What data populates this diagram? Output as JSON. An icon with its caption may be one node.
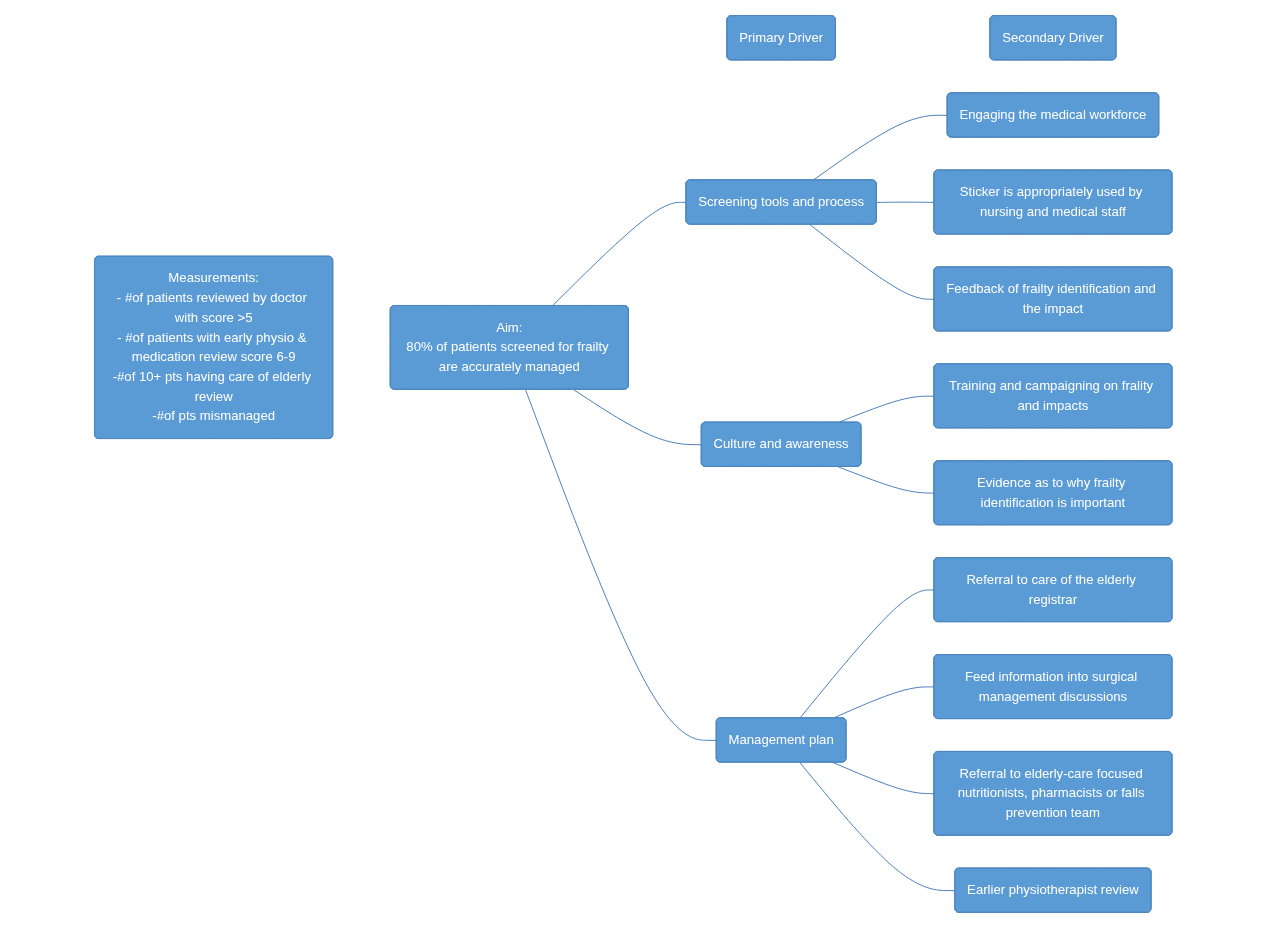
{
  "diagram": {
    "nodes": [
      {
        "text": [
          "Primary Driver"
        ]
      },
      {
        "text": [
          "Secondary Driver"
        ]
      },
      {
        "text": [
          "Aim:",
          "80% of patients screened for frailty are accurately managed"
        ]
      },
      {
        "text": [
          "Screening tools and process"
        ]
      },
      {
        "text": [
          "Engaging the medical workforce"
        ]
      },
      {
        "text": [
          "Sticker is appropriately used by nursing and medical staff"
        ]
      },
      {
        "text": [
          "Feedback of frailty identification and the impact"
        ]
      },
      {
        "text": [
          "Measurements:",
          "- #of patients reviewed by doctor with score >5",
          "- #of patients with early physio & medication review score 6-9",
          "-#of 10+ pts having care of elderly review",
          "-#of pts mismanaged"
        ]
      },
      {
        "text": [
          "Culture and awareness"
        ]
      },
      {
        "text": [
          "Training and campaigning on frality and impacts"
        ]
      },
      {
        "text": [
          "Evidence as to why frailty identification is important"
        ]
      },
      {
        "text": [
          "Management plan"
        ]
      },
      {
        "text": [
          "Referral to care of the elderly registrar"
        ]
      },
      {
        "text": [
          "Feed information into surgical management discussions"
        ]
      },
      {
        "text": [
          "Referral to elderly-care focused nutritionists, pharmacists or falls prevention team"
        ]
      },
      {
        "text": [
          "Earlier physiotherapist review"
        ]
      }
    ],
    "edges": [
      {
        "from": 2,
        "to": 3,
        "arrow": "none"
      },
      {
        "from": 2,
        "to": 8,
        "arrow": "none"
      },
      {
        "from": 2,
        "to": 11,
        "arrow": "none"
      },
      {
        "from": 3,
        "to": 4,
        "arrow": "none"
      },
      {
        "from": 3,
        "to": 5,
        "arrow": "none"
      },
      {
        "from": 3,
        "to": 6,
        "arrow": "none"
      },
      {
        "from": 8,
        "to": 9,
        "arrow": "none"
      },
      {
        "from": 8,
        "to": 10,
        "arrow": "none"
      },
      {
        "from": 11,
        "to": 12,
        "arrow": "none"
      },
      {
        "from": 11,
        "to": 13,
        "arrow": "none"
      },
      {
        "from": 11,
        "to": 14,
        "arrow": "none"
      },
      {
        "from": 11,
        "to": 15,
        "arrow": "none"
      }
    ]
  }
}
